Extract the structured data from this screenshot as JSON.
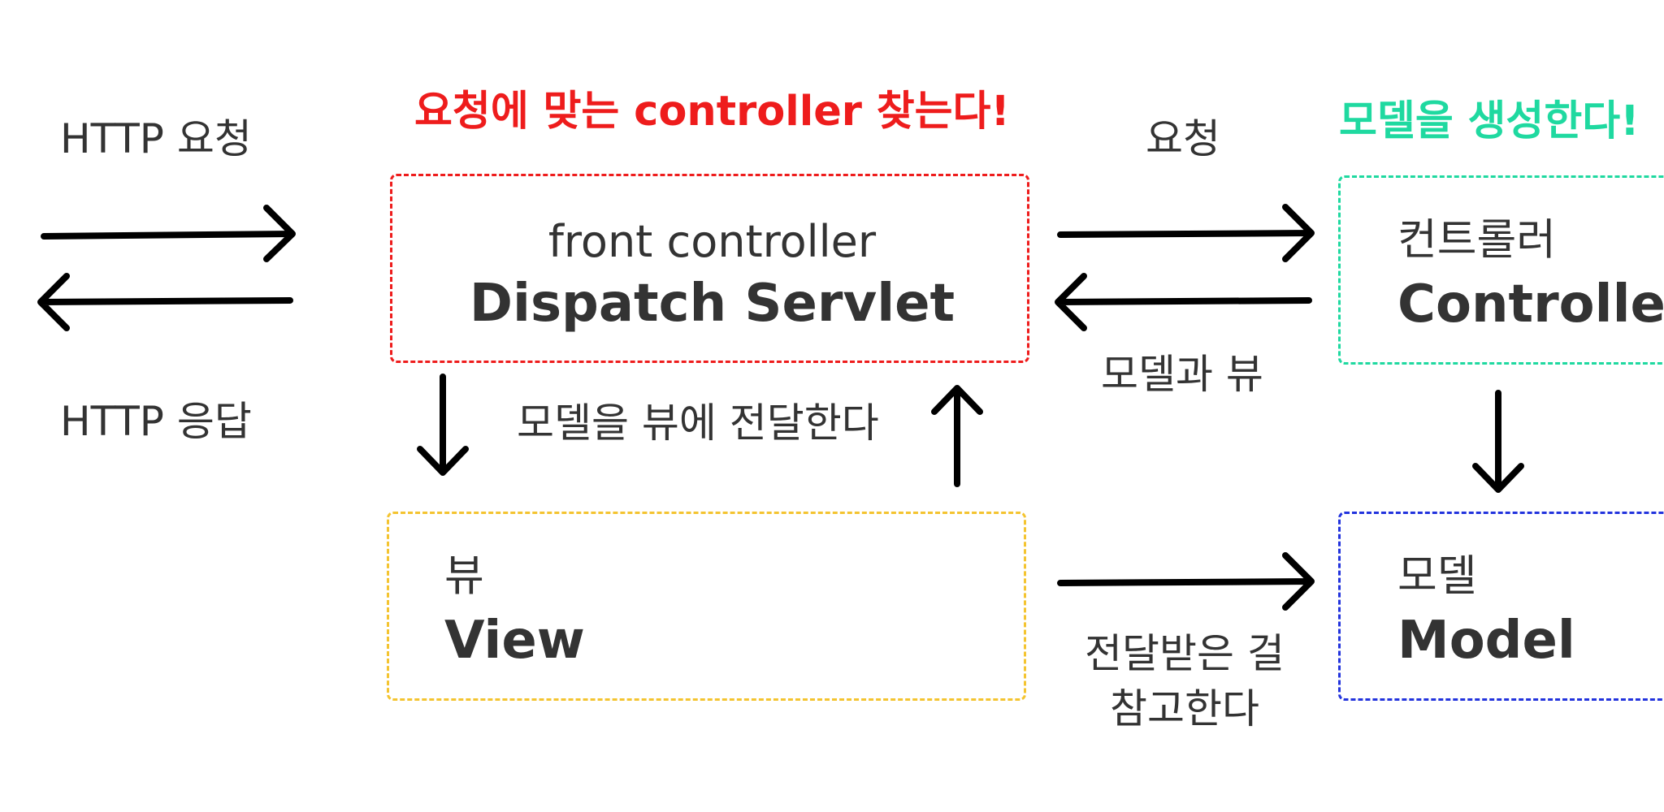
{
  "colors": {
    "dispatcher": "#ee1c1c",
    "controller": "#1fd9a0",
    "view": "#f4c430",
    "model": "#2233dd",
    "text": "#333333",
    "arrow": "#000000"
  },
  "headings": {
    "dispatcher": "요청에 맞는 controller 찾는다!",
    "controller": "모델을 생성한다!"
  },
  "client": {
    "request_label": "HTTP 요청",
    "response_label": "HTTP 응답"
  },
  "nodes": {
    "dispatcher": {
      "subtitle": "front controller",
      "title": "Dispatch Servlet"
    },
    "controller": {
      "subtitle": "컨트롤러",
      "title": "Controller"
    },
    "view": {
      "subtitle": "뷰",
      "title": "View"
    },
    "model": {
      "subtitle": "모델",
      "title": "Model"
    }
  },
  "edges": {
    "to_controller": "요청",
    "from_controller": "모델과 뷰",
    "dispatcher_view": "모델을 뷰에 전달한다",
    "view_model_line1": "전달받은 걸",
    "view_model_line2": "참고한다"
  }
}
